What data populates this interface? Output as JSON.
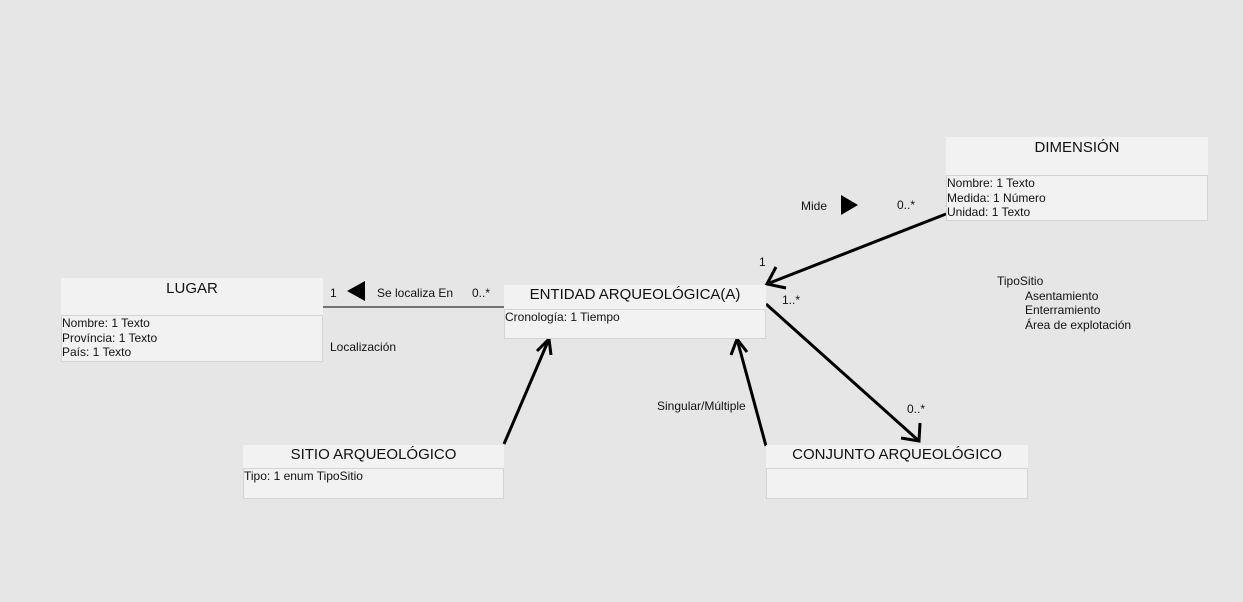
{
  "classes": {
    "dimension": {
      "name": "DIMENSIÓN",
      "attributes": [
        "Nombre: 1 Texto",
        "Medida: 1 Número",
        "Unidad: 1 Texto"
      ]
    },
    "lugar": {
      "name": "LUGAR",
      "attributes": [
        "Nombre: 1 Texto",
        "Província: 1 Texto",
        "País: 1 Texto"
      ]
    },
    "entidad": {
      "name": "ENTIDAD ARQUEOLÓGICA(A)",
      "attributes": [
        "Cronología: 1 Tiempo"
      ]
    },
    "sitio": {
      "name": "SITIO ARQUEOLÓGICO",
      "attributes": [
        "Tipo: 1 enum TipoSitio"
      ]
    },
    "conjunto": {
      "name": "CONJUNTO ARQUEOLÓGICO",
      "attributes": []
    }
  },
  "associations": {
    "mide": {
      "label": "Mide",
      "mult_dimension": "0..*",
      "mult_entidad": "1"
    },
    "localiza": {
      "label": "Se localiza En",
      "mult_lugar": "1",
      "mult_entidad": "0..*",
      "role": "Localización"
    },
    "conjunto": {
      "mult_entidad": "1..*",
      "mult_conjunto": "0..*"
    },
    "generalization": {
      "label": "Singular/Múltiple"
    }
  },
  "enum_tiposition": {
    "name": "TipoSitio",
    "values": [
      "Asentamiento",
      "Enterramiento",
      "Área de explotación"
    ]
  },
  "colors": {
    "background": "#e6e6e6",
    "box": "#f2f2f2",
    "line": "#000000"
  }
}
